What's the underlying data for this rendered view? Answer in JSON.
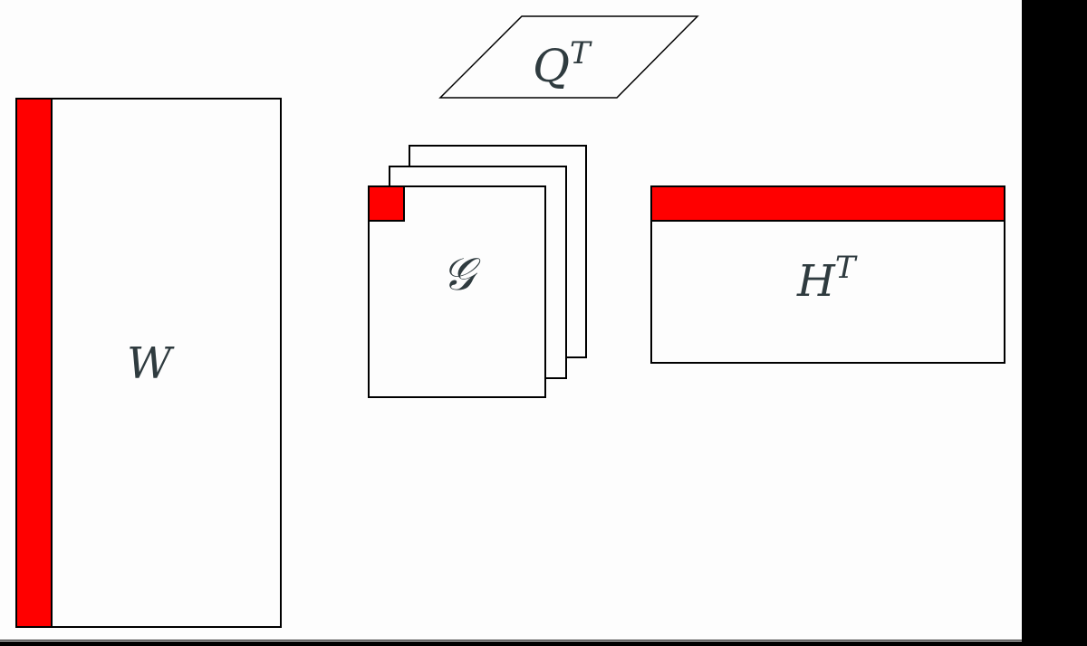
{
  "colors": {
    "canvas": "#fdfdfd",
    "accent": "#ff0000",
    "stroke": "#000000",
    "label": "#2f3b3f",
    "side_bar": "#000000"
  },
  "diagram": {
    "q_transpose": {
      "base": "Q",
      "superscript": "T"
    },
    "w_matrix": {
      "label": "W"
    },
    "g_tensor": {
      "label": "𝒢"
    },
    "h_transpose": {
      "base": "H",
      "superscript": "T"
    }
  }
}
